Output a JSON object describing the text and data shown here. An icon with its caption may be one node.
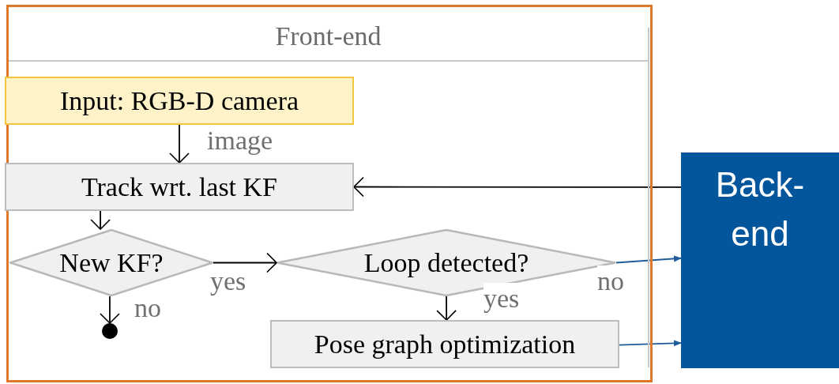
{
  "diagram": {
    "nodes": [
      {
        "text": [
          "Front-end"
        ]
      },
      {
        "text": [
          "Input: RGB-D camera"
        ],
        "in": 0
      },
      {
        "text": [
          "Track wrt. last KF"
        ],
        "in": 0
      },
      {
        "text": [
          "New KF?"
        ],
        "in": 0
      },
      {
        "text": [
          "Loop detected?"
        ],
        "in": 0
      },
      {
        "text": [
          "Pose graph optimization"
        ],
        "in": 0
      },
      {
        "text": [],
        "shape": "circle",
        "in": 0
      },
      {
        "text": [
          "Back-end"
        ]
      }
    ],
    "edges": [
      {
        "from": 1,
        "to": 2,
        "arrow": "to",
        "label": "image"
      },
      {
        "from": 7,
        "to": 2,
        "arrow": "to"
      },
      {
        "from": 2,
        "to": 3,
        "arrow": "to"
      },
      {
        "from": 3,
        "to": 4,
        "arrow": "to",
        "label": "yes"
      },
      {
        "from": 3,
        "to": 6,
        "arrow": "to",
        "label": "no"
      },
      {
        "from": 4,
        "to": 7,
        "arrow": "to",
        "label": "no",
        "color": "#1f5c99"
      },
      {
        "from": 4,
        "to": 5,
        "arrow": "to",
        "label": "yes"
      },
      {
        "from": 5,
        "to": 7,
        "arrow": "to",
        "color": "#1f5c99"
      }
    ]
  }
}
